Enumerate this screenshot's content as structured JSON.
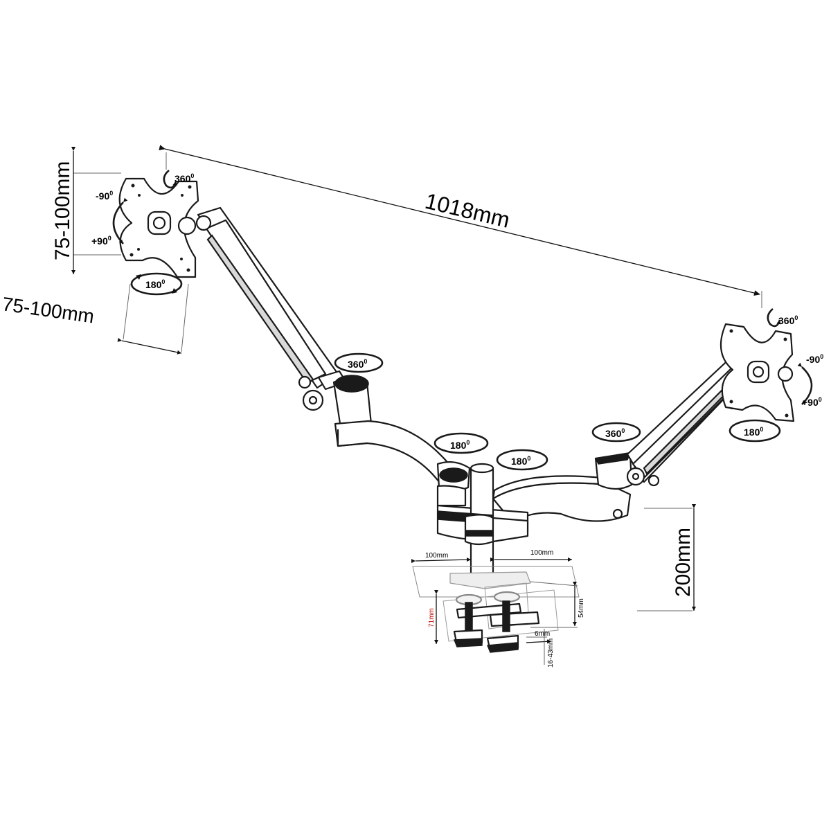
{
  "dimensions": {
    "total_width": "1018mm",
    "vesa_vertical": "75-100mm",
    "vesa_horizontal": "75-100mm",
    "pole_height": "200mm",
    "clamp_left_offset": "100mm",
    "clamp_right_offset": "100mm",
    "clamp_depth": "54mm",
    "clamp_range": "16-43mm",
    "clamp_plate": "6mm",
    "clamp_height": "71mm"
  },
  "rotations": {
    "left_plate_spin": "360",
    "left_tilt_up": "-90",
    "left_tilt_down": "+90",
    "left_swivel": "180",
    "left_elbow": "360",
    "left_arm_base": "180",
    "right_arm_base": "180",
    "right_elbow": "360",
    "right_plate_spin": "360",
    "right_tilt_up": "-90",
    "right_tilt_down": "+90",
    "right_swivel": "180"
  },
  "degree_symbol": "0",
  "colors": {
    "line": "#1a1a1a",
    "highlight_dimension": "#c00000"
  }
}
